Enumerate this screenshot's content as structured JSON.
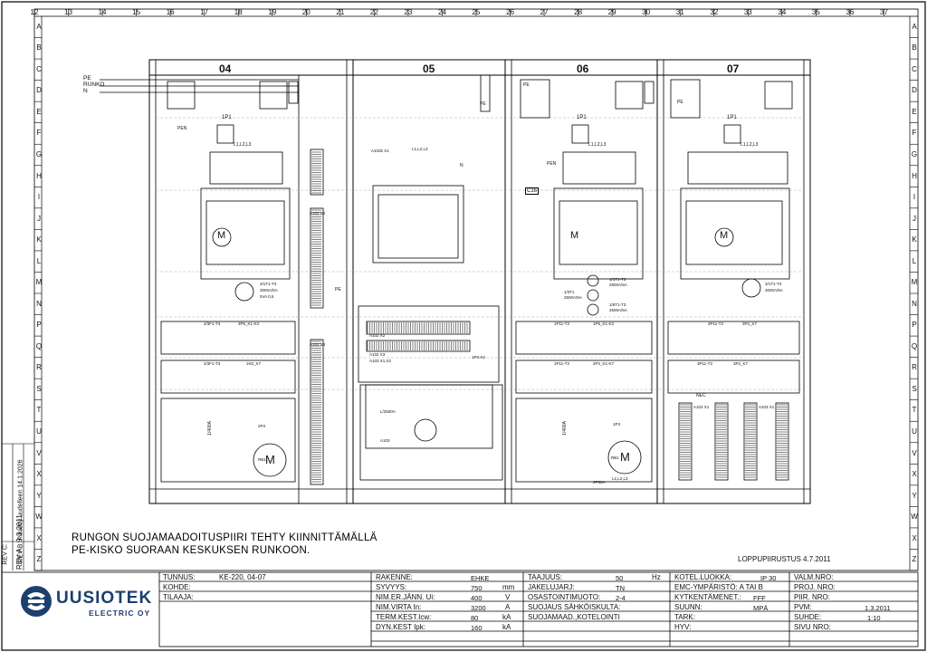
{
  "grid": {
    "columns": [
      "12",
      "13",
      "14",
      "15",
      "16",
      "17",
      "18",
      "19",
      "20",
      "21",
      "22",
      "23",
      "24",
      "25",
      "26",
      "27",
      "28",
      "29",
      "30",
      "31",
      "32",
      "33",
      "34",
      "35",
      "36",
      "37"
    ],
    "rows": [
      "A",
      "B",
      "C",
      "D",
      "E",
      "F",
      "G",
      "H",
      "I",
      "J",
      "K",
      "L",
      "M",
      "N",
      "P",
      "Q",
      "R",
      "S",
      "T",
      "U",
      "V",
      "X",
      "Y",
      "W",
      "X",
      "Z"
    ]
  },
  "revisions": {
    "rev_a": "REV A:",
    "rev_a_date": "9.3.2011",
    "rev_b": "REV B:",
    "rev_b_text": "Piirretty uudelleen 14.1.2026",
    "rev_c": "REV C:"
  },
  "sections": [
    "04",
    "05",
    "06",
    "07"
  ],
  "bus": {
    "pe": "PE",
    "runko": "RUNKO",
    "n": "N"
  },
  "device_labels": {
    "s04_1p1": "1P1",
    "s04_l123": "L1,L2,L3",
    "s04_pen": "PEN",
    "s04_ct": "3/1T1-T3",
    "s04_ct_rating": "3000A/5A",
    "s04_ct_class": "5VA 0,5",
    "s04_r1": "2/3F1-T3",
    "s04_k1": "3P5_K1-K3",
    "s04_r2": "2/3F1-T3",
    "s04_k2": "1K5_K7",
    "s04_t": "1/400A",
    "s04_p": "2P3",
    "s04_m": "M",
    "s04_rb": "RB1",
    "s05_top": "A102b X1",
    "s05_l123": "L1,L2,L3",
    "s05_n": "N",
    "s05_mid1": "A102 X2",
    "s05_mid2": "A102 X3",
    "s05_pe": "PE",
    "s05_a": "A102 X2",
    "s05_b": "A102 X3",
    "s05_c": "A103 X1,X2",
    "s05_d": "1P0-K2",
    "s05_e": "L/2500A",
    "s05_f": "A103",
    "s06_pe": "PE",
    "s06_pen": "PEN",
    "s06_1p1": "1P1",
    "s06_l123": "L1,L2,L3",
    "s06_ct1": "1/1T1-T3",
    "s06_ct1_rating": "2500A/5A",
    "s06_ct2": "1/3T1",
    "s06_ct2_rating": "2500A/5A",
    "s06_ct3": "1/5T1-T3",
    "s06_ct3_rating": "2500A/5A",
    "s06_tag": "C16",
    "s06_r1": "1P11-T3",
    "s06_k1": "1P5_K1-K3",
    "s06_r2": "1P11-T3",
    "s06_k2": "2P2_K1-K7",
    "s06_t": "1/400A",
    "s06_p": "1P3",
    "s06_rb": "RB1",
    "s06_bot": "L1,L2,L3",
    "s06_bot2": "2P90A",
    "s07_pe": "PE",
    "s07_1p1": "1P1",
    "s07_l123": "L1,L2,L3",
    "s07_ct": "3/1T1-T3",
    "s07_ct_rating": "3000A/5A",
    "s07_r1": "3P11-T3",
    "s07_k1": "3P2_K7",
    "s07_r2": "3P11-T3",
    "s07_k2": "3P2_K7",
    "s07_nec": "NEC",
    "s07_x1": "A103 X1",
    "s07_x2": "A103 X1"
  },
  "note": {
    "line1": "RUNGON SUOJAMAADOITUSPIIRI TEHTY KIINNITTÄMÄLLÄ",
    "line2": "PE-KISKO SUORAAN KESKUKSEN RUNKOON."
  },
  "inspection": "LOPPUPIIRUSTUS 4.7.2011",
  "logo": {
    "name": "UUSIOTEK",
    "sub": "ELECTRIC OY",
    "brand_color": "#1c3f6e"
  },
  "title_block": {
    "tunnus_label": "TUNNUS:",
    "tunnus_value": "KE-220, 04-07",
    "kohde_label": "KOHDE:",
    "tilaaja_label": "TILAAJA:",
    "rakenne_label": "RAKENNE:",
    "rakenne_value": "EHKE",
    "syvyys_label": "SYVYYS:",
    "syvyys_value": "750",
    "syvyys_unit": "mm",
    "nimjann_label": "NIM.ER.JÄNN. Ui:",
    "nimjann_value": "400",
    "nimjann_unit": "V",
    "nimvirta_label": "NIM.VIRTA In:",
    "nimvirta_value": "3200",
    "nimvirta_unit": "A",
    "termkest_label": "TERM.KEST.Icw:",
    "termkest_value": "80",
    "termkest_unit": "kA",
    "dynkest_label": "DYN.KEST Ipk:",
    "dynkest_value": "160",
    "dynkest_unit": "kA",
    "taajuus_label": "TAAJUUS:",
    "taajuus_value": "50",
    "taajuus_unit": "Hz",
    "jakelujarj_label": "JAKELUJARJ:",
    "jakelujarj_value": "TN",
    "osastointi_label": "OSASTOINTIMUOTO:",
    "osastointi_value": "2-4",
    "suojaus_label": "SUOJAUS SÄHKÖISKULTA:",
    "suojamaad_label": "SUOJAMAAD.,KOTELOINTI",
    "kotel_label": "KOTEL.LUOKKA:",
    "kotel_value": "IP 30",
    "emc_label": "EMC-YMPÄRISTÖ: A TAI B",
    "kytkent_label": "KYTKENTÄMENET.:",
    "kytkent_value": "FFF",
    "suunn_label": "SUUNN:",
    "suunn_value": "MPÄ",
    "tark_label": "TARK:",
    "hyv_label": "HYV:",
    "valm_label": "VALM.NRO:",
    "proj_label": "PROJ. NRO:",
    "piir_label": "PIIR. NRO:",
    "pvm_label": "PVM:",
    "pvm_value": "1.3.2011",
    "suhde_label": "SUHDE:",
    "suhde_value": "1:10",
    "sivu_label": "SIVU NRO:"
  }
}
